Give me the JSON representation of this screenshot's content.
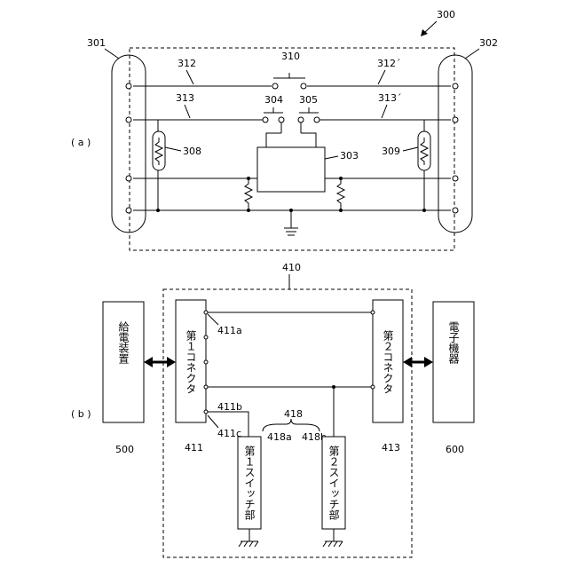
{
  "figure_a": {
    "panel_label": "( a )",
    "ref_300": "300",
    "ref_301": "301",
    "ref_302": "302",
    "ref_310": "310",
    "ref_312": "312",
    "ref_312p": "312´",
    "ref_304": "304",
    "ref_305": "305",
    "ref_313": "313",
    "ref_313p": "313´",
    "ref_308": "308",
    "ref_309": "309",
    "ref_303": "303"
  },
  "figure_b": {
    "panel_label": "( b )",
    "ref_410": "410",
    "power_supply_label": "給電装置",
    "ref_500": "500",
    "connector1_label": "第１コネクタ",
    "ref_411": "411",
    "ref_411a": "411a",
    "ref_411b": "411b",
    "ref_411c": "411c",
    "connector2_label": "第２コネクタ",
    "ref_413": "413",
    "electronic_device_label": "電子機器",
    "ref_600": "600",
    "ref_418": "418",
    "ref_418a": "418a",
    "ref_418b": "418b",
    "switch1_label": "第１スイッチ部",
    "switch2_label": "第２スイッチ部"
  }
}
